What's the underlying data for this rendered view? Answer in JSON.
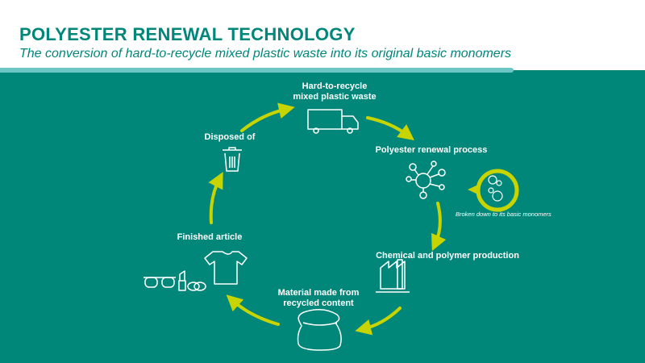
{
  "header": {
    "title": "POLYESTER RENEWAL TECHNOLOGY",
    "subtitle": "The conversion of hard-to-recycle mixed plastic waste into its original basic monomers"
  },
  "colors": {
    "teal": "#00877a",
    "accent": "#c8d400",
    "stripe": "#6cc6c4"
  },
  "steps": [
    {
      "label_1": "Hard-to-recycle",
      "label_2": "mixed plastic waste",
      "icon": "truck-icon"
    },
    {
      "label": "Polyester renewal process",
      "icon": "molecule-icon"
    },
    {
      "label": "Chemical and polymer production",
      "icon": "factory-icon"
    },
    {
      "label_1": "Material made from",
      "label_2": "recycled content",
      "icon": "sack-icon"
    },
    {
      "label": "Finished article",
      "icon": "tshirt-icon"
    },
    {
      "label": "Disposed of",
      "icon": "trash-bin-icon"
    }
  ],
  "callout": {
    "note": "Broken down to its basic monomers"
  }
}
